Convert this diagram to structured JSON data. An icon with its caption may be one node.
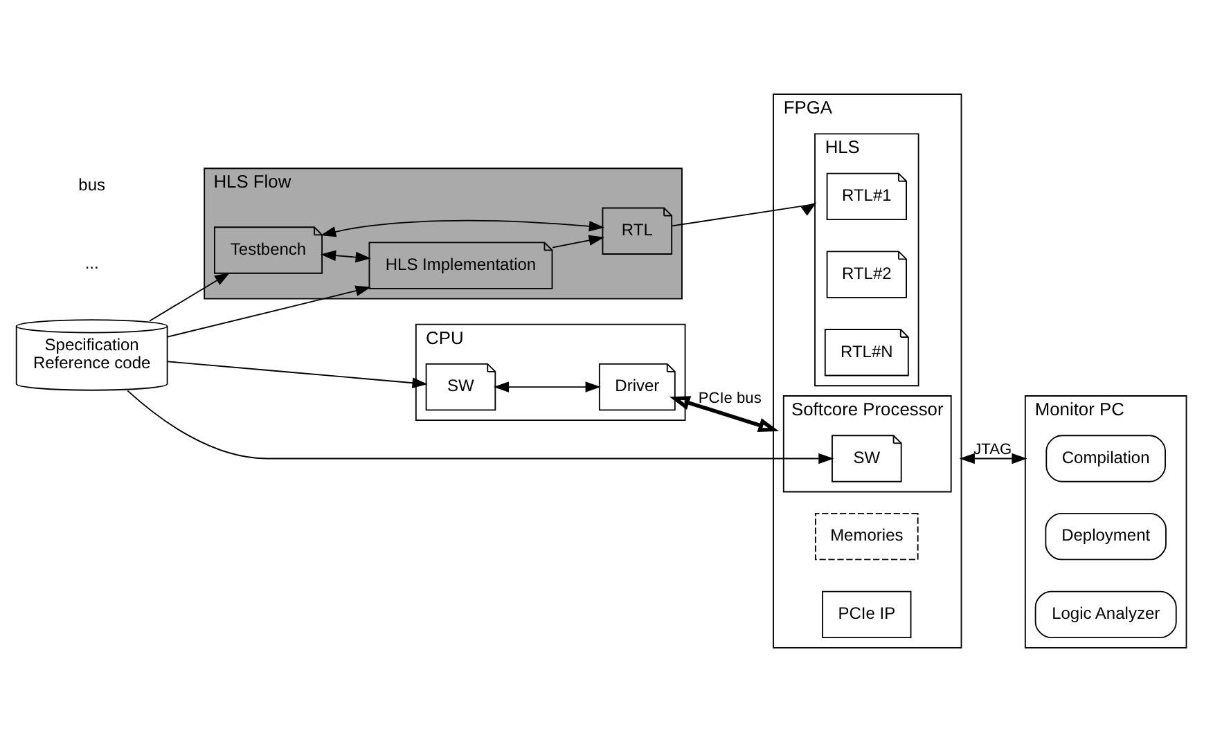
{
  "diagram": {
    "nodes": [
      {
        "text": [
          "Specification",
          "Reference code"
        ]
      },
      {
        "text": [
          "HLS Flow"
        ]
      },
      {
        "text": [
          "Testbench"
        ],
        "in": 1
      },
      {
        "text": [
          "HLS Implementation"
        ],
        "in": 1
      },
      {
        "text": [
          "RTL"
        ],
        "in": 1
      },
      {
        "text": [
          "CPU"
        ]
      },
      {
        "text": [
          "SW"
        ],
        "in": 5
      },
      {
        "text": [
          "Driver"
        ],
        "in": 5
      },
      {
        "text": [
          "Monitor PC"
        ]
      },
      {
        "text": [
          "Compilation"
        ],
        "in": 8
      },
      {
        "text": [
          "Deployment"
        ],
        "in": 8
      },
      {
        "text": [
          "Logic Analyzer"
        ],
        "in": 8
      },
      {
        "text": [
          "FPGA"
        ]
      },
      {
        "text": [
          "Softcore Processor"
        ],
        "in": 12
      },
      {
        "text": [
          "SW"
        ],
        "in": 13
      },
      {
        "text": [
          "HLS"
        ],
        "in": 12
      },
      {
        "text": [
          "RTL#1"
        ],
        "in": 15
      },
      {
        "text": [
          "RTL#2"
        ],
        "in": 15
      },
      {
        "text": [
          "RTL#N"
        ],
        "in": 15
      },
      {
        "text": [
          "Memories"
        ],
        "in": 12
      },
      {
        "text": [
          "PCIe IP"
        ],
        "in": 12
      }
    ],
    "edges": [
      {
        "from": 0,
        "to": 2,
        "arrow": "to"
      },
      {
        "from": 0,
        "to": 3,
        "arrow": "to"
      },
      {
        "from": 2,
        "to": 3,
        "arrow": "both"
      },
      {
        "from": 2,
        "to": 4,
        "arrow": "both"
      },
      {
        "from": 3,
        "to": 4,
        "arrow": "to"
      },
      {
        "from": 0,
        "to": 6,
        "arrow": "to"
      },
      {
        "from": 6,
        "to": 7,
        "arrow": "both"
      },
      {
        "from": 4,
        "to": 15,
        "arrow": "to"
      },
      {
        "from": 0,
        "to": 14,
        "arrow": "to"
      },
      {
        "from": 7,
        "to": 12,
        "arrow": "both",
        "label": "PCIe bus",
        "style": "thick"
      },
      {
        "from": 12,
        "to": 8,
        "arrow": "both",
        "label": "JTAG"
      }
    ],
    "labels": [
      "...",
      "bus"
    ]
  }
}
